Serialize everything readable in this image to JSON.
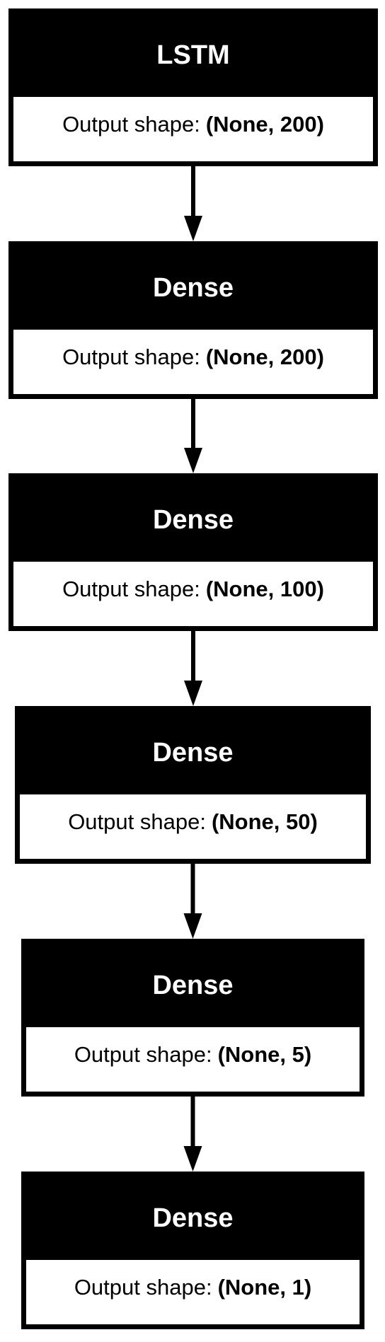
{
  "diagram": {
    "nodes": [
      {
        "id": "lstm",
        "title": "LSTM",
        "shape_label": "Output shape:",
        "shape_value": "(None, 200)"
      },
      {
        "id": "dense_1",
        "title": "Dense",
        "shape_label": "Output shape:",
        "shape_value": "(None, 200)"
      },
      {
        "id": "dense_2",
        "title": "Dense",
        "shape_label": "Output shape:",
        "shape_value": "(None, 100)"
      },
      {
        "id": "dense_3",
        "title": "Dense",
        "shape_label": "Output shape:",
        "shape_value": "(None, 50)"
      },
      {
        "id": "dense_4",
        "title": "Dense",
        "shape_label": "Output shape:",
        "shape_value": "(None, 5)"
      },
      {
        "id": "dense_5",
        "title": "Dense",
        "shape_label": "Output shape:",
        "shape_value": "(None, 1)"
      }
    ],
    "edges": [
      {
        "from": "lstm",
        "to": "dense_1"
      },
      {
        "from": "dense_1",
        "to": "dense_2"
      },
      {
        "from": "dense_2",
        "to": "dense_3"
      },
      {
        "from": "dense_3",
        "to": "dense_4"
      },
      {
        "from": "dense_4",
        "to": "dense_5"
      }
    ],
    "colors": {
      "header_fill": "#000000",
      "header_text": "#ffffff",
      "body_fill": "#ffffff",
      "stroke": "#000000"
    }
  }
}
